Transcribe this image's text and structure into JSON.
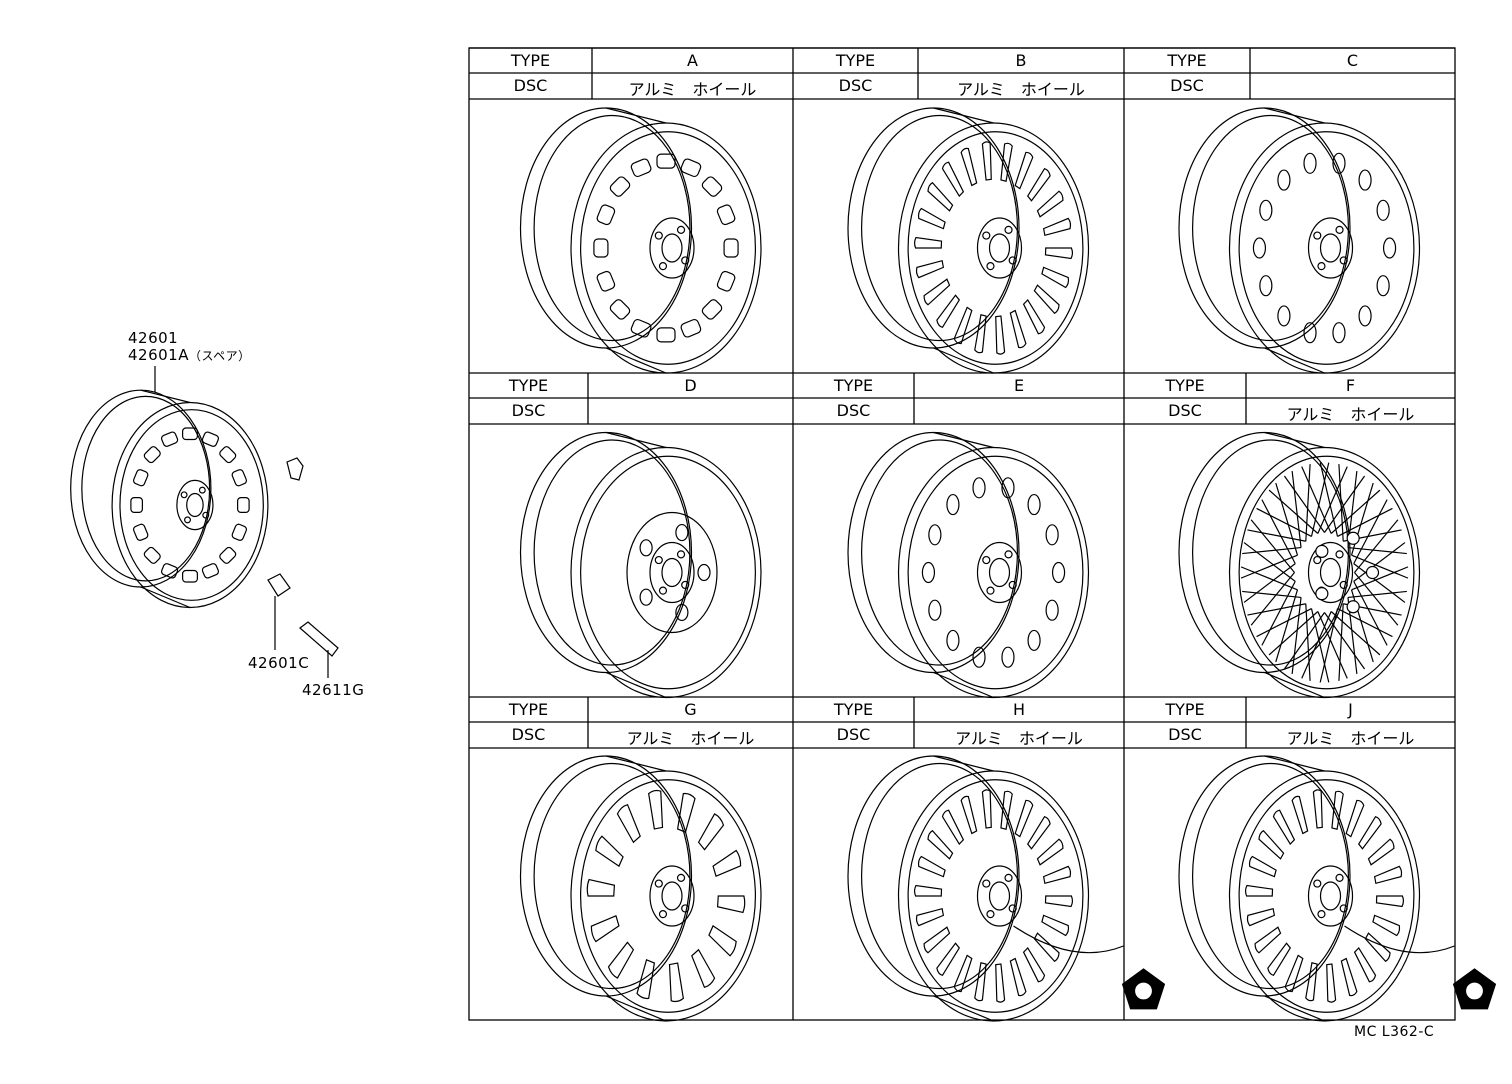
{
  "parts": {
    "wheel_number": "42601",
    "spare_number": "42601A",
    "spare_note": "（スペア）",
    "valve_number": "42601C",
    "bolt_number": "42611G"
  },
  "table": {
    "type_label": "TYPE",
    "dsc_label": "DSC",
    "types": [
      {
        "code": "A",
        "dsc": "アルミ　ホイール"
      },
      {
        "code": "B",
        "dsc": "アルミ　ホイール"
      },
      {
        "code": "C",
        "dsc": ""
      },
      {
        "code": "D",
        "dsc": ""
      },
      {
        "code": "E",
        "dsc": ""
      },
      {
        "code": "F",
        "dsc": "アルミ　ホイール"
      },
      {
        "code": "G",
        "dsc": "アルミ　ホイール"
      },
      {
        "code": "H",
        "dsc": "アルミ　ホイール"
      },
      {
        "code": "J",
        "dsc": "アルミ　ホイール"
      }
    ]
  },
  "footer": {
    "ref_code": "MC  L362-C"
  },
  "colors": {
    "line": "#000000",
    "background": "#ffffff"
  }
}
